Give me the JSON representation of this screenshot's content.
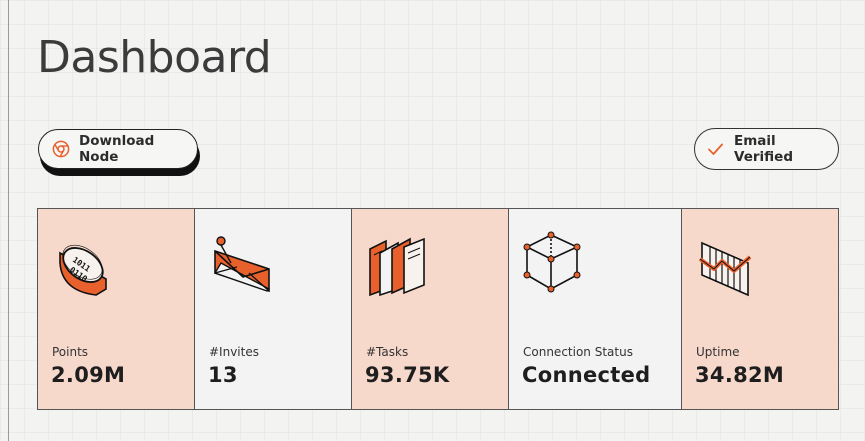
{
  "page": {
    "title": "Dashboard"
  },
  "actions": {
    "download_label": "Download Node",
    "verified_label": "Email Verified"
  },
  "stats": [
    {
      "label": "Points",
      "value": "2.09M",
      "icon": "binary-chip-icon",
      "highlight": true
    },
    {
      "label": "#Invites",
      "value": "13",
      "icon": "envelope-icon",
      "highlight": false
    },
    {
      "label": "#Tasks",
      "value": "93.75K",
      "icon": "books-icon",
      "highlight": true
    },
    {
      "label": "Connection Status",
      "value": "Connected",
      "icon": "network-cube-icon",
      "highlight": false
    },
    {
      "label": "Uptime",
      "value": "34.82M",
      "icon": "trend-chart-icon",
      "highlight": true
    }
  ],
  "colors": {
    "accent": "#e8612c",
    "card_highlight": "#f7d9cc",
    "card_plain": "#f3f3f3",
    "text": "#1e1e1e"
  }
}
